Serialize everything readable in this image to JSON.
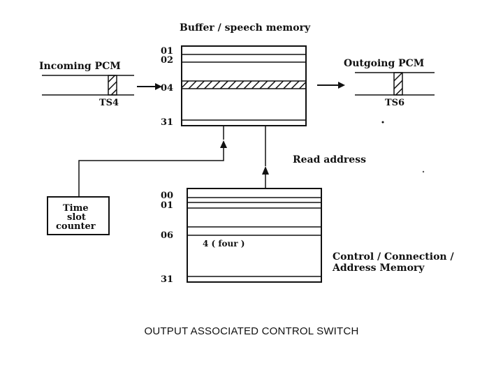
{
  "buffer_memory": {
    "title": "Buffer / speech memory",
    "slot_labels": {
      "s01": "01",
      "s02": "02",
      "s04": "04",
      "s31": "31"
    }
  },
  "incoming": {
    "label": "Incoming PCM",
    "timeslot": "TS4"
  },
  "outgoing": {
    "label": "Outgoing PCM",
    "timeslot": "TS6"
  },
  "read_address": {
    "label": "Read address"
  },
  "time_slot_counter": {
    "line1": "Time",
    "line2": "slot",
    "line3": "counter"
  },
  "control_memory": {
    "slot_labels": {
      "s00": "00",
      "s01": "01",
      "s06": "06",
      "s31": "31"
    },
    "entry_text": "4 ( four )",
    "title_line1": "Control / Connection /",
    "title_line2": "Address Memory"
  },
  "caption": "OUTPUT ASSOCIATED CONTROL SWITCH",
  "colors": {
    "ink": "#111111",
    "background": "#ffffff"
  }
}
